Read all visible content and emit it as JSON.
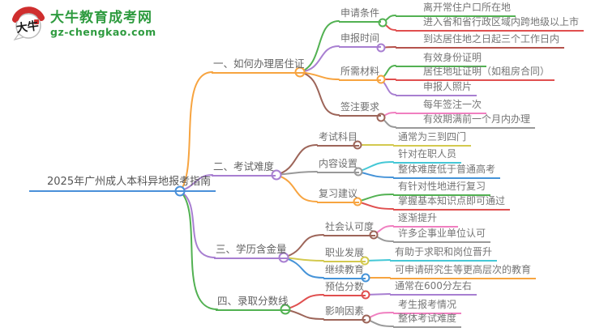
{
  "logo": {
    "title": "大牛教育成考网",
    "subtitle": "gz-chengkao.com",
    "brand_color": "#2e9b3f",
    "icon": "daniu-speech-bubble-logo"
  },
  "palette": {
    "blue_root": "#4a90d9",
    "orange": "#f7a440",
    "purple": "#a87fd1",
    "green": "#52b152",
    "red": "#e04f4f",
    "brown": "#9d6559",
    "gray": "#999999",
    "yellow": "#d3c94e",
    "cyan": "#45c8d6",
    "blue": "#4593d8",
    "pink": "#f07fc0",
    "dark_red": "#b5524c"
  },
  "mindmap": {
    "root": {
      "label": "2025年广州成人本科异地报考指南",
      "color": "#4a90d9"
    },
    "branches": [
      {
        "label": "一、如何办理居住证",
        "color": "#f7a440",
        "children": [
          {
            "label": "申请条件",
            "color": "#52b152",
            "leaves": [
              {
                "label": "离开常住户口所在地",
                "color": "#52b152"
              },
              {
                "label": "进入省和省行政区域内跨地级以上市",
                "color": "#e04f4f"
              }
            ]
          },
          {
            "label": "申报时间",
            "color": "#a87fd1",
            "leaves": [
              {
                "label": "到达居住地之日起三个工作日内",
                "color": "#b5524c"
              }
            ]
          },
          {
            "label": "所需材料",
            "color": "#f7a440",
            "leaves": [
              {
                "label": "有效身份证明",
                "color": "#52b152"
              },
              {
                "label": "居住地址证明（如租房合同）",
                "color": "#e04f4f"
              },
              {
                "label": "申报人照片",
                "color": "#a87fd1"
              }
            ]
          },
          {
            "label": "签注要求",
            "color": "#9d6559",
            "leaves": [
              {
                "label": "每年签注一次",
                "color": "#f07fc0"
              },
              {
                "label": "有效期满前一个月内办理",
                "color": "#999999"
              }
            ]
          }
        ]
      },
      {
        "label": "二、考试难度",
        "color": "#a87fd1",
        "children": [
          {
            "label": "考试科目",
            "color": "#9d6559",
            "leaves": [
              {
                "label": "通常为三到四门",
                "color": "#d3c94e"
              }
            ]
          },
          {
            "label": "内容设置",
            "color": "#999999",
            "leaves": [
              {
                "label": "针对在职人员",
                "color": "#45c8d6"
              },
              {
                "label": "整体难度低于普通高考",
                "color": "#4593d8"
              }
            ]
          },
          {
            "label": "复习建议",
            "color": "#f7a440",
            "leaves": [
              {
                "label": "有针对性地进行复习",
                "color": "#52b152"
              },
              {
                "label": "掌握基本知识点即可通过",
                "color": "#e04f4f"
              }
            ]
          }
        ]
      },
      {
        "label": "三、学历含金量",
        "color": "#a87fd1",
        "children": [
          {
            "label": "社会认可度",
            "color": "#9d6559",
            "leaves": [
              {
                "label": "逐渐提升",
                "color": "#f07fc0"
              },
              {
                "label": "许多企事业单位认可",
                "color": "#999999"
              }
            ]
          },
          {
            "label": "职业发展",
            "color": "#d3c94e",
            "leaves": [
              {
                "label": "有助于求职和岗位晋升",
                "color": "#45c8d6"
              }
            ]
          },
          {
            "label": "继续教育",
            "color": "#4593d8",
            "leaves": [
              {
                "label": "可申请研究生等更高层次的教育",
                "color": "#f7a440"
              }
            ]
          }
        ]
      },
      {
        "label": "四、录取分数线",
        "color": "#52b152",
        "children": [
          {
            "label": "预估分数",
            "color": "#e04f4f",
            "leaves": [
              {
                "label": "通常在600分左右",
                "color": "#a87fd1"
              }
            ]
          },
          {
            "label": "影响因素",
            "color": "#9d6559",
            "leaves": [
              {
                "label": "考生报考情况",
                "color": "#f07fc0"
              },
              {
                "label": "整体考试难度",
                "color": "#999999"
              }
            ]
          }
        ]
      }
    ]
  }
}
